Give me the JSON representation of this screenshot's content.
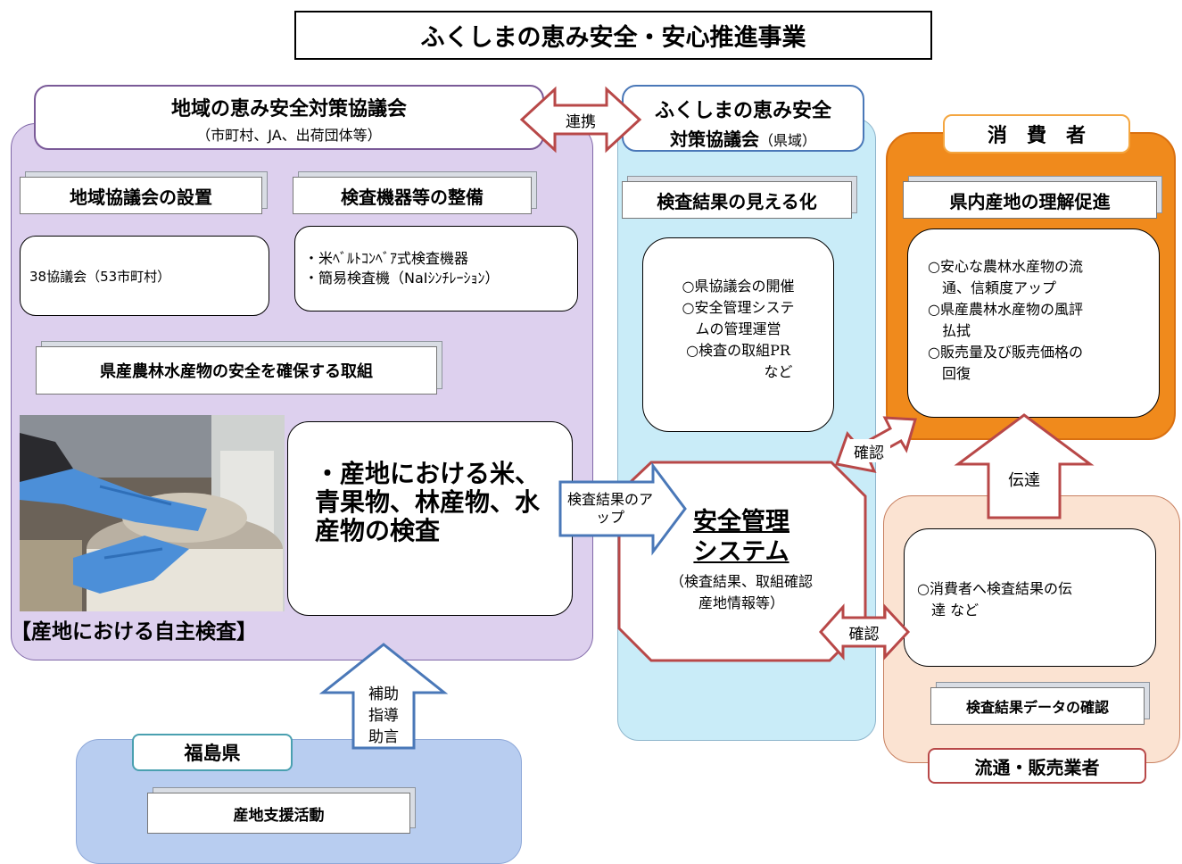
{
  "title": "ふくしまの恵み安全・安心推進事業",
  "regional": {
    "header_title": "地域の恵み安全対策協議会",
    "header_sub": "（市町村、JA、出荷団体等）",
    "setup_label": "地域協議会の設置",
    "setup_detail": "38協議会（53市町村）",
    "equip_label": "検査機器等の整備",
    "equip_items": [
      "・米ﾍﾞﾙﾄｺﾝﾍﾞｱ式検査機器",
      "・簡易検査機（NaIｼﾝﾁﾚｰｼｮﾝ）"
    ],
    "ensure_label": "県産農林水産物の安全を確保する取組",
    "inspection_text": "・産地における米、青果物、林産物、水産物の検査",
    "self_inspection_caption": "【産地における自主検査】"
  },
  "arrows": {
    "cooperation": "連携",
    "upload": "検査結果のアップ",
    "confirm_upper": "確認",
    "confirm_lower": "確認",
    "transmit": "伝達",
    "support": [
      "補助",
      "指導",
      "助言"
    ]
  },
  "prefectural": {
    "title_main": "ふくしまの恵み安全",
    "title_line2": "対策協議会",
    "title_suffix": "（県域）",
    "visibility_label": "検査結果の見える化",
    "activities": [
      "○県協議会の開催",
      "○安全管理システ",
      "ムの管理運営",
      "○検査の取組PR"
    ],
    "activities_more": "など",
    "system_title_1": "安全管理",
    "system_title_2": "システム",
    "system_desc_1": "（検査結果、取組確認",
    "system_desc_2": "産地情報等）"
  },
  "consumer": {
    "title": "消　費　者",
    "understanding_label": "県内産地の理解促進",
    "benefits": [
      "○安心な農林水産物の流",
      "通、信頼度アップ",
      "○県産農林水産物の風評",
      "払拭",
      "○販売量及び販売価格の",
      "回復"
    ]
  },
  "distributor": {
    "title": "流通・販売業者",
    "tasks": [
      "○消費者へ検査結果の伝",
      "達 など"
    ],
    "data_label": "検査結果データの確認"
  },
  "fukushima": {
    "title": "福島県",
    "activity_label": "産地支援活動"
  },
  "colors": {
    "regional_fill": "#ddd0ee",
    "regional_border": "#8068a8",
    "header_border": "#7a5a98",
    "prefectural_fill": "#c9ecf8",
    "prefectural_border": "#4a78b8",
    "consumer_fill": "#f08a1c",
    "consumer_border": "#f4a640",
    "distributor_fill": "#fbe3d2",
    "distributor_border": "#b84848",
    "fukushima_fill": "#b8cdf0",
    "fukushima_border": "#4aa0b0",
    "arrow_red": "#b84848",
    "arrow_blue": "#4a78b8"
  }
}
